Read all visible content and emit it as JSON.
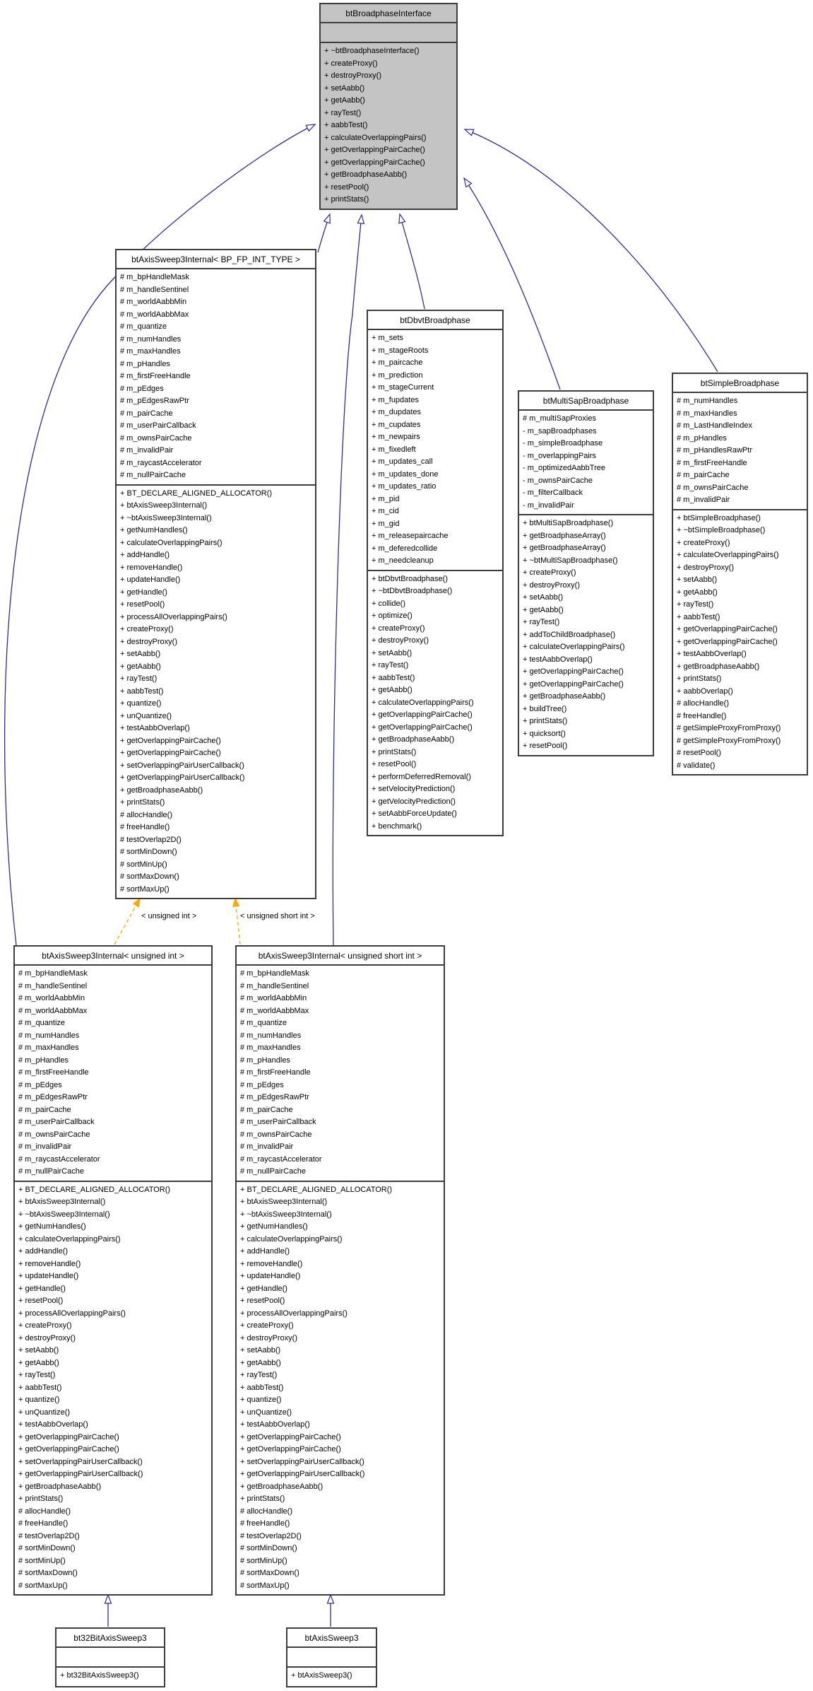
{
  "colors": {
    "inheritance_line": "#2d2d94",
    "instantiation_line": "#ffa500",
    "highlight_fill": "#c4c4c4",
    "box_fill": "#ffffff",
    "border": "#3d3d3d"
  },
  "edge_labels": {
    "unsigned_int": "< unsigned int >",
    "unsigned_short_int": "< unsigned short int >"
  },
  "classes": [
    {
      "title": "btBroadphaseInterface",
      "attributes": [],
      "methods": [
        "+ ~btBroadphaseInterface()",
        "+ createProxy()",
        "+ destroyProxy()",
        "+ setAabb()",
        "+ getAabb()",
        "+ rayTest()",
        "+ aabbTest()",
        "+ calculateOverlappingPairs()",
        "+ getOverlappingPairCache()",
        "+ getOverlappingPairCache()",
        "+ getBroadphaseAabb()",
        "+ resetPool()",
        "+ printStats()"
      ]
    },
    {
      "title": "btAxisSweep3Internal< BP_FP_INT_TYPE >",
      "attributes": [
        "# m_bpHandleMask",
        "# m_handleSentinel",
        "# m_worldAabbMin",
        "# m_worldAabbMax",
        "# m_quantize",
        "# m_numHandles",
        "# m_maxHandles",
        "# m_pHandles",
        "# m_firstFreeHandle",
        "# m_pEdges",
        "# m_pEdgesRawPtr",
        "# m_pairCache",
        "# m_userPairCallback",
        "# m_ownsPairCache",
        "# m_invalidPair",
        "# m_raycastAccelerator",
        "# m_nullPairCache"
      ],
      "methods": [
        "+ BT_DECLARE_ALIGNED_ALLOCATOR()",
        "+ btAxisSweep3Internal()",
        "+ ~btAxisSweep3Internal()",
        "+ getNumHandles()",
        "+ calculateOverlappingPairs()",
        "+ addHandle()",
        "+ removeHandle()",
        "+ updateHandle()",
        "+ getHandle()",
        "+ resetPool()",
        "+ processAllOverlappingPairs()",
        "+ createProxy()",
        "+ destroyProxy()",
        "+ setAabb()",
        "+ getAabb()",
        "+ rayTest()",
        "+ aabbTest()",
        "+ quantize()",
        "+ unQuantize()",
        "+ testAabbOverlap()",
        "+ getOverlappingPairCache()",
        "+ getOverlappingPairCache()",
        "+ setOverlappingPairUserCallback()",
        "+ getOverlappingPairUserCallback()",
        "+ getBroadphaseAabb()",
        "+ printStats()",
        "# allocHandle()",
        "# freeHandle()",
        "# testOverlap2D()",
        "# sortMinDown()",
        "# sortMinUp()",
        "# sortMaxDown()",
        "# sortMaxUp()"
      ]
    },
    {
      "title": "btDbvtBroadphase",
      "attributes": [
        "+ m_sets",
        "+ m_stageRoots",
        "+ m_paircache",
        "+ m_prediction",
        "+ m_stageCurrent",
        "+ m_fupdates",
        "+ m_dupdates",
        "+ m_cupdates",
        "+ m_newpairs",
        "+ m_fixedleft",
        "+ m_updates_call",
        "+ m_updates_done",
        "+ m_updates_ratio",
        "+ m_pid",
        "+ m_cid",
        "+ m_gid",
        "+ m_releasepaircache",
        "+ m_deferedcollide",
        "+ m_needcleanup"
      ],
      "methods": [
        "+ btDbvtBroadphase()",
        "+ ~btDbvtBroadphase()",
        "+ collide()",
        "+ optimize()",
        "+ createProxy()",
        "+ destroyProxy()",
        "+ setAabb()",
        "+ rayTest()",
        "+ aabbTest()",
        "+ getAabb()",
        "+ calculateOverlappingPairs()",
        "+ getOverlappingPairCache()",
        "+ getOverlappingPairCache()",
        "+ getBroadphaseAabb()",
        "+ printStats()",
        "+ resetPool()",
        "+ performDeferredRemoval()",
        "+ setVelocityPrediction()",
        "+ getVelocityPrediction()",
        "+ setAabbForceUpdate()",
        "+ benchmark()"
      ]
    },
    {
      "title": "btMultiSapBroadphase",
      "attributes": [
        "# m_multiSapProxies",
        "- m_sapBroadphases",
        "- m_simpleBroadphase",
        "- m_overlappingPairs",
        "- m_optimizedAabbTree",
        "- m_ownsPairCache",
        "- m_filterCallback",
        "- m_invalidPair"
      ],
      "methods": [
        "+ btMultiSapBroadphase()",
        "+ getBroadphaseArray()",
        "+ getBroadphaseArray()",
        "+ ~btMultiSapBroadphase()",
        "+ createProxy()",
        "+ destroyProxy()",
        "+ setAabb()",
        "+ getAabb()",
        "+ rayTest()",
        "+ addToChildBroadphase()",
        "+ calculateOverlappingPairs()",
        "+ testAabbOverlap()",
        "+ getOverlappingPairCache()",
        "+ getOverlappingPairCache()",
        "+ getBroadphaseAabb()",
        "+ buildTree()",
        "+ printStats()",
        "+ quicksort()",
        "+ resetPool()"
      ]
    },
    {
      "title": "btSimpleBroadphase",
      "attributes": [
        "# m_numHandles",
        "# m_maxHandles",
        "# m_LastHandleIndex",
        "# m_pHandles",
        "# m_pHandlesRawPtr",
        "# m_firstFreeHandle",
        "# m_pairCache",
        "# m_ownsPairCache",
        "# m_invalidPair"
      ],
      "methods": [
        "+ btSimpleBroadphase()",
        "+ ~btSimpleBroadphase()",
        "+ createProxy()",
        "+ calculateOverlappingPairs()",
        "+ destroyProxy()",
        "+ setAabb()",
        "+ getAabb()",
        "+ rayTest()",
        "+ aabbTest()",
        "+ getOverlappingPairCache()",
        "+ getOverlappingPairCache()",
        "+ testAabbOverlap()",
        "+ getBroadphaseAabb()",
        "+ printStats()",
        "+ aabbOverlap()",
        "# allocHandle()",
        "# freeHandle()",
        "# getSimpleProxyFromProxy()",
        "# getSimpleProxyFromProxy()",
        "# resetPool()",
        "# validate()"
      ]
    },
    {
      "title": "btAxisSweep3Internal< unsigned int >",
      "attributes": [
        "# m_bpHandleMask",
        "# m_handleSentinel",
        "# m_worldAabbMin",
        "# m_worldAabbMax",
        "# m_quantize",
        "# m_numHandles",
        "# m_maxHandles",
        "# m_pHandles",
        "# m_firstFreeHandle",
        "# m_pEdges",
        "# m_pEdgesRawPtr",
        "# m_pairCache",
        "# m_userPairCallback",
        "# m_ownsPairCache",
        "# m_invalidPair",
        "# m_raycastAccelerator",
        "# m_nullPairCache"
      ],
      "methods": [
        "+ BT_DECLARE_ALIGNED_ALLOCATOR()",
        "+ btAxisSweep3Internal()",
        "+ ~btAxisSweep3Internal()",
        "+ getNumHandles()",
        "+ calculateOverlappingPairs()",
        "+ addHandle()",
        "+ removeHandle()",
        "+ updateHandle()",
        "+ getHandle()",
        "+ resetPool()",
        "+ processAllOverlappingPairs()",
        "+ createProxy()",
        "+ destroyProxy()",
        "+ setAabb()",
        "+ getAabb()",
        "+ rayTest()",
        "+ aabbTest()",
        "+ quantize()",
        "+ unQuantize()",
        "+ testAabbOverlap()",
        "+ getOverlappingPairCache()",
        "+ getOverlappingPairCache()",
        "+ setOverlappingPairUserCallback()",
        "+ getOverlappingPairUserCallback()",
        "+ getBroadphaseAabb()",
        "+ printStats()",
        "# allocHandle()",
        "# freeHandle()",
        "# testOverlap2D()",
        "# sortMinDown()",
        "# sortMinUp()",
        "# sortMaxDown()",
        "# sortMaxUp()"
      ]
    },
    {
      "title": "btAxisSweep3Internal< unsigned short int >",
      "attributes": [
        "# m_bpHandleMask",
        "# m_handleSentinel",
        "# m_worldAabbMin",
        "# m_worldAabbMax",
        "# m_quantize",
        "# m_numHandles",
        "# m_maxHandles",
        "# m_pHandles",
        "# m_firstFreeHandle",
        "# m_pEdges",
        "# m_pEdgesRawPtr",
        "# m_pairCache",
        "# m_userPairCallback",
        "# m_ownsPairCache",
        "# m_invalidPair",
        "# m_raycastAccelerator",
        "# m_nullPairCache"
      ],
      "methods": [
        "+ BT_DECLARE_ALIGNED_ALLOCATOR()",
        "+ btAxisSweep3Internal()",
        "+ ~btAxisSweep3Internal()",
        "+ getNumHandles()",
        "+ calculateOverlappingPairs()",
        "+ addHandle()",
        "+ removeHandle()",
        "+ updateHandle()",
        "+ getHandle()",
        "+ resetPool()",
        "+ processAllOverlappingPairs()",
        "+ createProxy()",
        "+ destroyProxy()",
        "+ setAabb()",
        "+ getAabb()",
        "+ rayTest()",
        "+ aabbTest()",
        "+ quantize()",
        "+ unQuantize()",
        "+ testAabbOverlap()",
        "+ getOverlappingPairCache()",
        "+ getOverlappingPairCache()",
        "+ setOverlappingPairUserCallback()",
        "+ getOverlappingPairUserCallback()",
        "+ getBroadphaseAabb()",
        "+ printStats()",
        "# allocHandle()",
        "# freeHandle()",
        "# testOverlap2D()",
        "# sortMinDown()",
        "# sortMinUp()",
        "# sortMaxDown()",
        "# sortMaxUp()"
      ]
    },
    {
      "title": "bt32BitAxisSweep3",
      "attributes": [],
      "methods": [
        "+ bt32BitAxisSweep3()"
      ]
    },
    {
      "title": "btAxisSweep3",
      "attributes": [],
      "methods": [
        "+ btAxisSweep3()"
      ]
    }
  ]
}
